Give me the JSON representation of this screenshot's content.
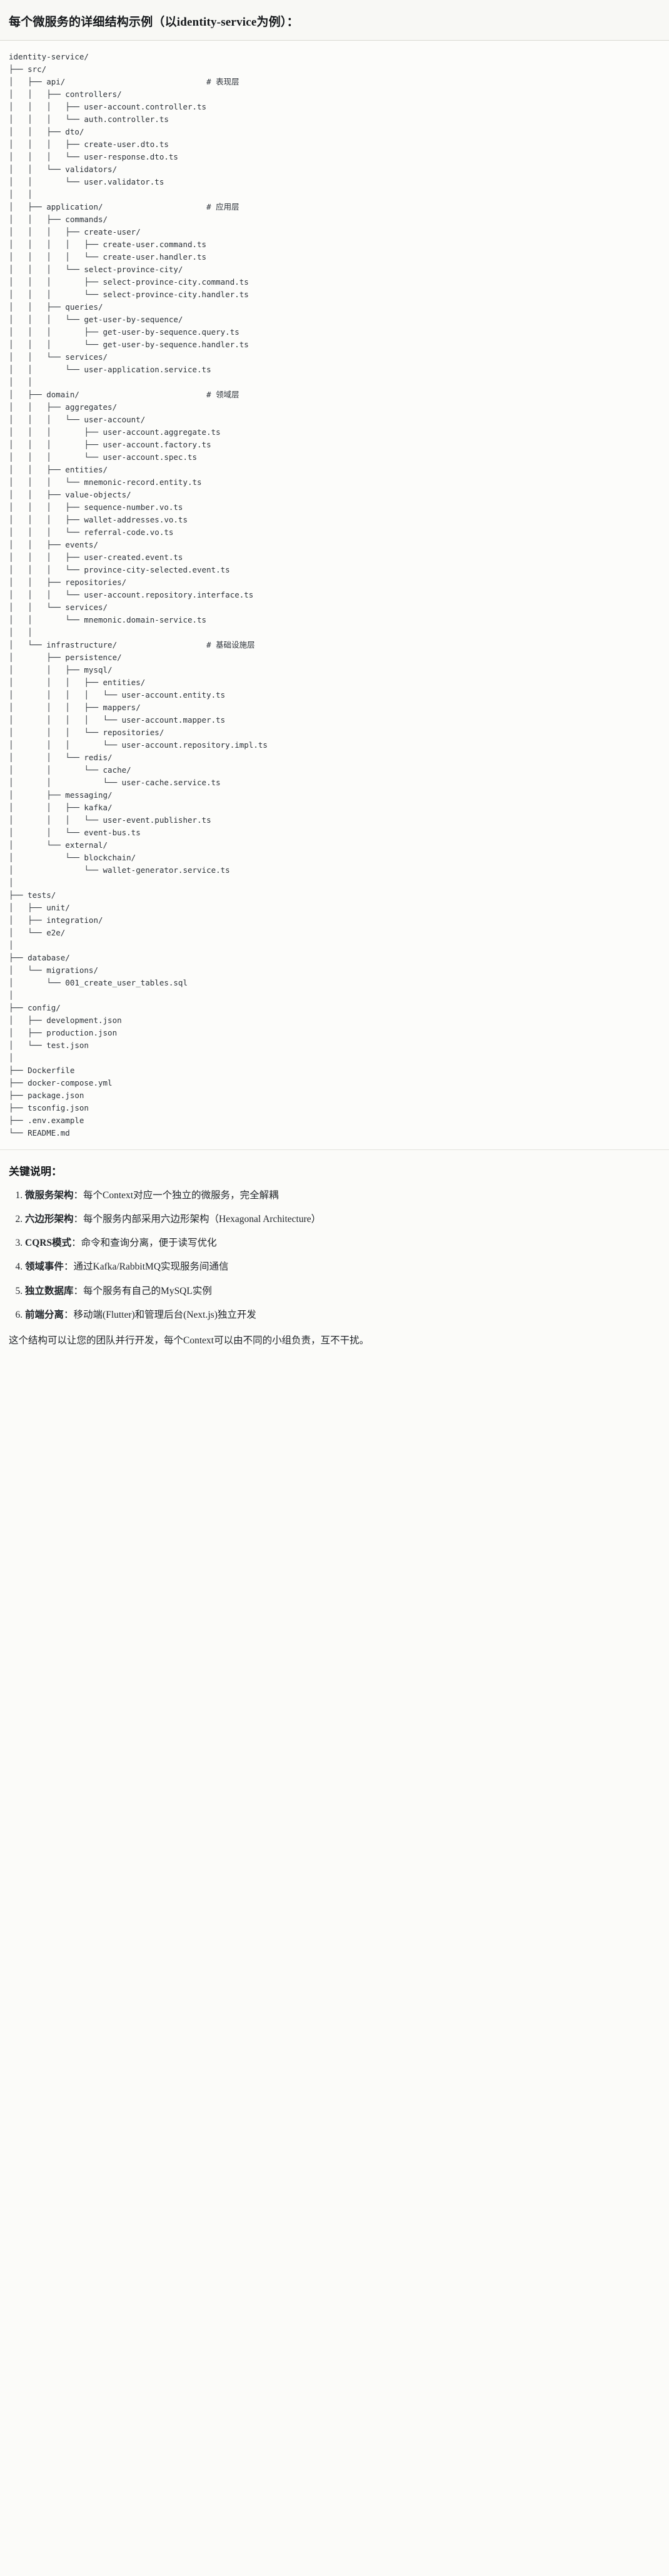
{
  "header": {
    "title": "每个微服务的详细结构示例（以identity-service为例）："
  },
  "tree": {
    "root_label": "identity-service/",
    "comment_marker": "#",
    "layer_comments": [
      {
        "path": "src/api/",
        "comment": "# 表现层"
      },
      {
        "path": "src/application/",
        "comment": "# 应用层"
      },
      {
        "path": "src/domain/",
        "comment": "# 领域层"
      },
      {
        "path": "src/infrastructure/",
        "comment": "# 基础设施层"
      }
    ],
    "text": "identity-service/\n├── src/\n│   ├── api/                              # 表现层\n│   │   ├── controllers/\n│   │   │   ├── user-account.controller.ts\n│   │   │   └── auth.controller.ts\n│   │   ├── dto/\n│   │   │   ├── create-user.dto.ts\n│   │   │   └── user-response.dto.ts\n│   │   └── validators/\n│   │       └── user.validator.ts\n│   │\n│   ├── application/                      # 应用层\n│   │   ├── commands/\n│   │   │   ├── create-user/\n│   │   │   │   ├── create-user.command.ts\n│   │   │   │   └── create-user.handler.ts\n│   │   │   └── select-province-city/\n│   │   │       ├── select-province-city.command.ts\n│   │   │       └── select-province-city.handler.ts\n│   │   ├── queries/\n│   │   │   └── get-user-by-sequence/\n│   │   │       ├── get-user-by-sequence.query.ts\n│   │   │       └── get-user-by-sequence.handler.ts\n│   │   └── services/\n│   │       └── user-application.service.ts\n│   │\n│   ├── domain/                           # 领域层\n│   │   ├── aggregates/\n│   │   │   └── user-account/\n│   │   │       ├── user-account.aggregate.ts\n│   │   │       ├── user-account.factory.ts\n│   │   │       └── user-account.spec.ts\n│   │   ├── entities/\n│   │   │   └── mnemonic-record.entity.ts\n│   │   ├── value-objects/\n│   │   │   ├── sequence-number.vo.ts\n│   │   │   ├── wallet-addresses.vo.ts\n│   │   │   └── referral-code.vo.ts\n│   │   ├── events/\n│   │   │   ├── user-created.event.ts\n│   │   │   └── province-city-selected.event.ts\n│   │   ├── repositories/\n│   │   │   └── user-account.repository.interface.ts\n│   │   └── services/\n│   │       └── mnemonic.domain-service.ts\n│   │\n│   └── infrastructure/                   # 基础设施层\n│       ├── persistence/\n│       │   ├── mysql/\n│       │   │   ├── entities/\n│       │   │   │   └── user-account.entity.ts\n│       │   │   ├── mappers/\n│       │   │   │   └── user-account.mapper.ts\n│       │   │   └── repositories/\n│       │   │       └── user-account.repository.impl.ts\n│       │   └── redis/\n│       │       └── cache/\n│       │           └── user-cache.service.ts\n│       ├── messaging/\n│       │   ├── kafka/\n│       │   │   └── user-event.publisher.ts\n│       │   └── event-bus.ts\n│       └── external/\n│           └── blockchain/\n│               └── wallet-generator.service.ts\n│\n├── tests/\n│   ├── unit/\n│   ├── integration/\n│   └── e2e/\n│\n├── database/\n│   └── migrations/\n│       └── 001_create_user_tables.sql\n│\n├── config/\n│   ├── development.json\n│   ├── production.json\n│   └── test.json\n│\n├── Dockerfile\n├── docker-compose.yml\n├── package.json\n├── tsconfig.json\n├── .env.example\n└── README.md"
  },
  "notes": {
    "title": "关键说明：",
    "items": [
      {
        "term": "微服务架构",
        "sep": "：",
        "desc": "每个Context对应一个独立的微服务，完全解耦"
      },
      {
        "term": "六边形架构",
        "sep": "：",
        "desc": "每个服务内部采用六边形架构（Hexagonal Architecture）"
      },
      {
        "term": "CQRS模式",
        "sep": "：",
        "desc": "命令和查询分离，便于读写优化"
      },
      {
        "term": "领域事件",
        "sep": "：",
        "desc": "通过Kafka/RabbitMQ实现服务间通信"
      },
      {
        "term": "独立数据库",
        "sep": "：",
        "desc": "每个服务有自己的MySQL实例"
      },
      {
        "term": "前端分离",
        "sep": "：",
        "desc": "移动端(Flutter)和管理后台(Next.js)独立开发"
      }
    ],
    "closing": "这个结构可以让您的团队并行开发，每个Context可以由不同的小组负责，互不干扰。"
  },
  "colors": {
    "page_background": "#fbfbf9",
    "header_background": "#f8f8f5",
    "code_background": "#fcfcfa",
    "text": "#1f2328",
    "code_text": "#2b3138",
    "comment_text": "#4a5159",
    "divider": "#d9d9d2"
  }
}
